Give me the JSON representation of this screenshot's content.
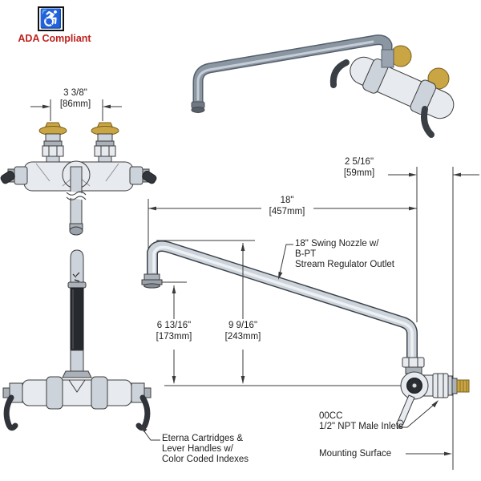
{
  "ada": {
    "icon": "wheelchair",
    "label": "ADA Compliant"
  },
  "dimensions": {
    "inlet_spread": {
      "inches": "3 3/8\"",
      "mm": "[86mm]"
    },
    "wall_offset": {
      "inches": "2 5/16\"",
      "mm": "[59mm]"
    },
    "nozzle_reach": {
      "inches": "18\"",
      "mm": "[457mm]"
    },
    "outlet_height": {
      "inches": "6 13/16\"",
      "mm": "[173mm]"
    },
    "nozzle_rise": {
      "inches": "9 9/16\"",
      "mm": "[243mm]"
    }
  },
  "callouts": {
    "swing_nozzle": {
      "lines": [
        "18\" Swing Nozzle w/",
        "B-PT",
        "Stream Regulator Outlet"
      ]
    },
    "cartridges": {
      "lines": [
        "Eterna Cartridges &",
        "Lever Handles w/",
        "Color Coded Indexes"
      ]
    },
    "inlets": {
      "lines": [
        "00CC",
        "1/2\" NPT Male Inlets"
      ]
    },
    "mounting_surface": "Mounting Surface"
  },
  "colors": {
    "accent_red": "#bf211d",
    "brass": "#c9a544",
    "metal_light": "#e7eaef",
    "metal_dark": "#32363b",
    "line": "#3a3a3a"
  }
}
